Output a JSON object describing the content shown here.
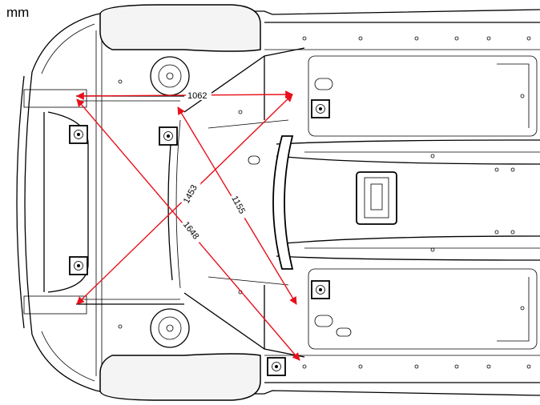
{
  "unit_label": "mm",
  "colors": {
    "dimension_line": "#e8101a",
    "outline": "#000000"
  },
  "dimensions": [
    {
      "id": "front-width",
      "value": "1062"
    },
    {
      "id": "diagonal-long-1",
      "value": "1453"
    },
    {
      "id": "diagonal-mid",
      "value": "1155"
    },
    {
      "id": "diagonal-long-2",
      "value": "1648"
    }
  ]
}
